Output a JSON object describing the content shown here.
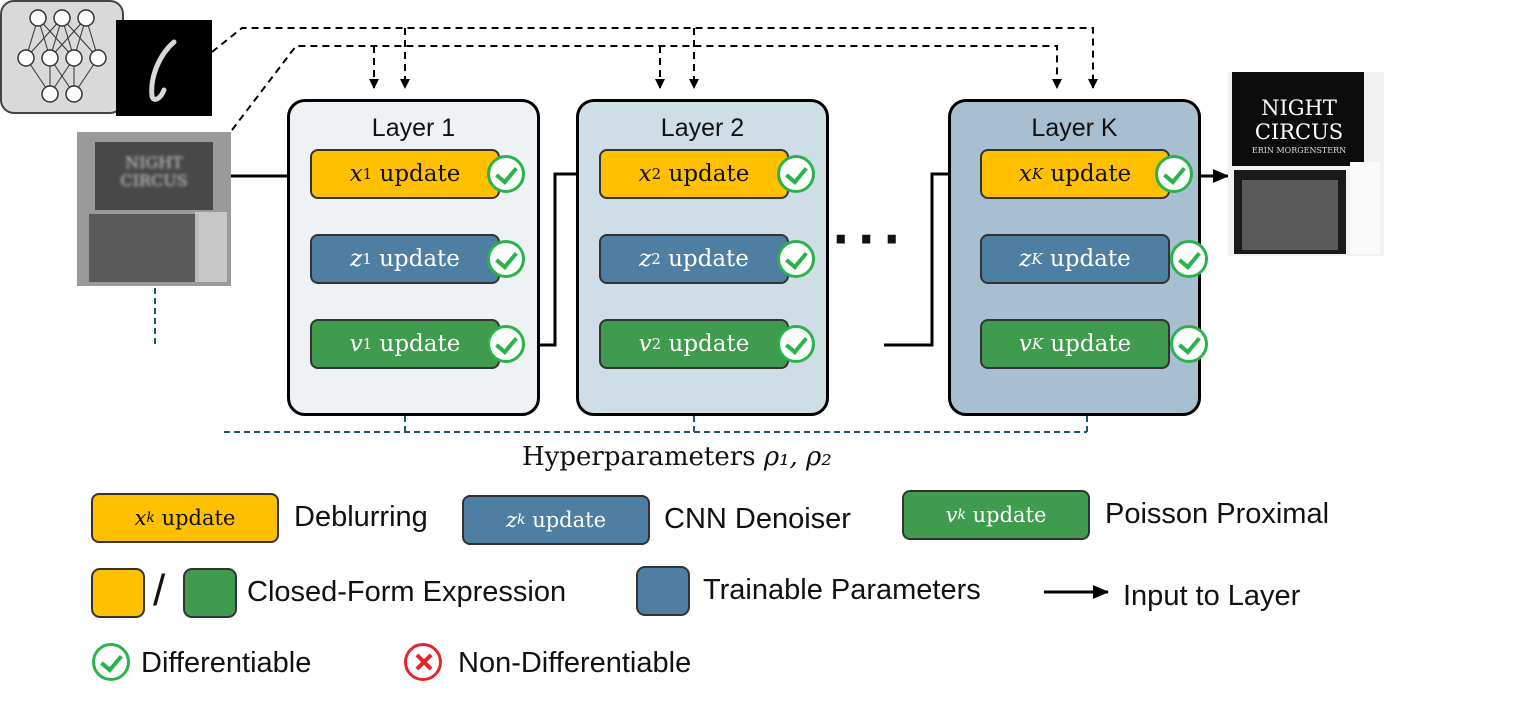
{
  "layers": [
    {
      "title": "Layer 1",
      "index": "1"
    },
    {
      "title": "Layer 2",
      "index": "2"
    },
    {
      "title": "Layer K",
      "index": "K"
    }
  ],
  "updates": {
    "x": "update",
    "z": "update",
    "v": "update"
  },
  "symbols": {
    "x": "x",
    "z": "z",
    "v": "v",
    "k": "k"
  },
  "ellipsis": "···",
  "hyperparameters": {
    "label": "Hyperparameters",
    "symbols": "ρ₁, ρ₂"
  },
  "legend": {
    "x_meaning": "Deblurring",
    "z_meaning": "CNN Denoiser",
    "v_meaning": "Poisson Proximal",
    "slash": "/",
    "closed_form": "Closed-Form Expression",
    "trainable": "Trainable Parameters",
    "input_to_layer": "Input to Layer",
    "differentiable": "Differentiable",
    "non_differentiable": "Non-Differentiable"
  },
  "images": {
    "output_title": "NIGHT CIRCUS",
    "output_author": "ERIN MORGENSTERN",
    "input_title": "NIGHT CIRCUS"
  },
  "colors": {
    "x_block": "#ffc000",
    "z_block": "#4e7fa3",
    "v_block": "#3f9b4d",
    "check": "#29b34a",
    "cross": "#e2262a",
    "network_link": "#1a5a63"
  }
}
